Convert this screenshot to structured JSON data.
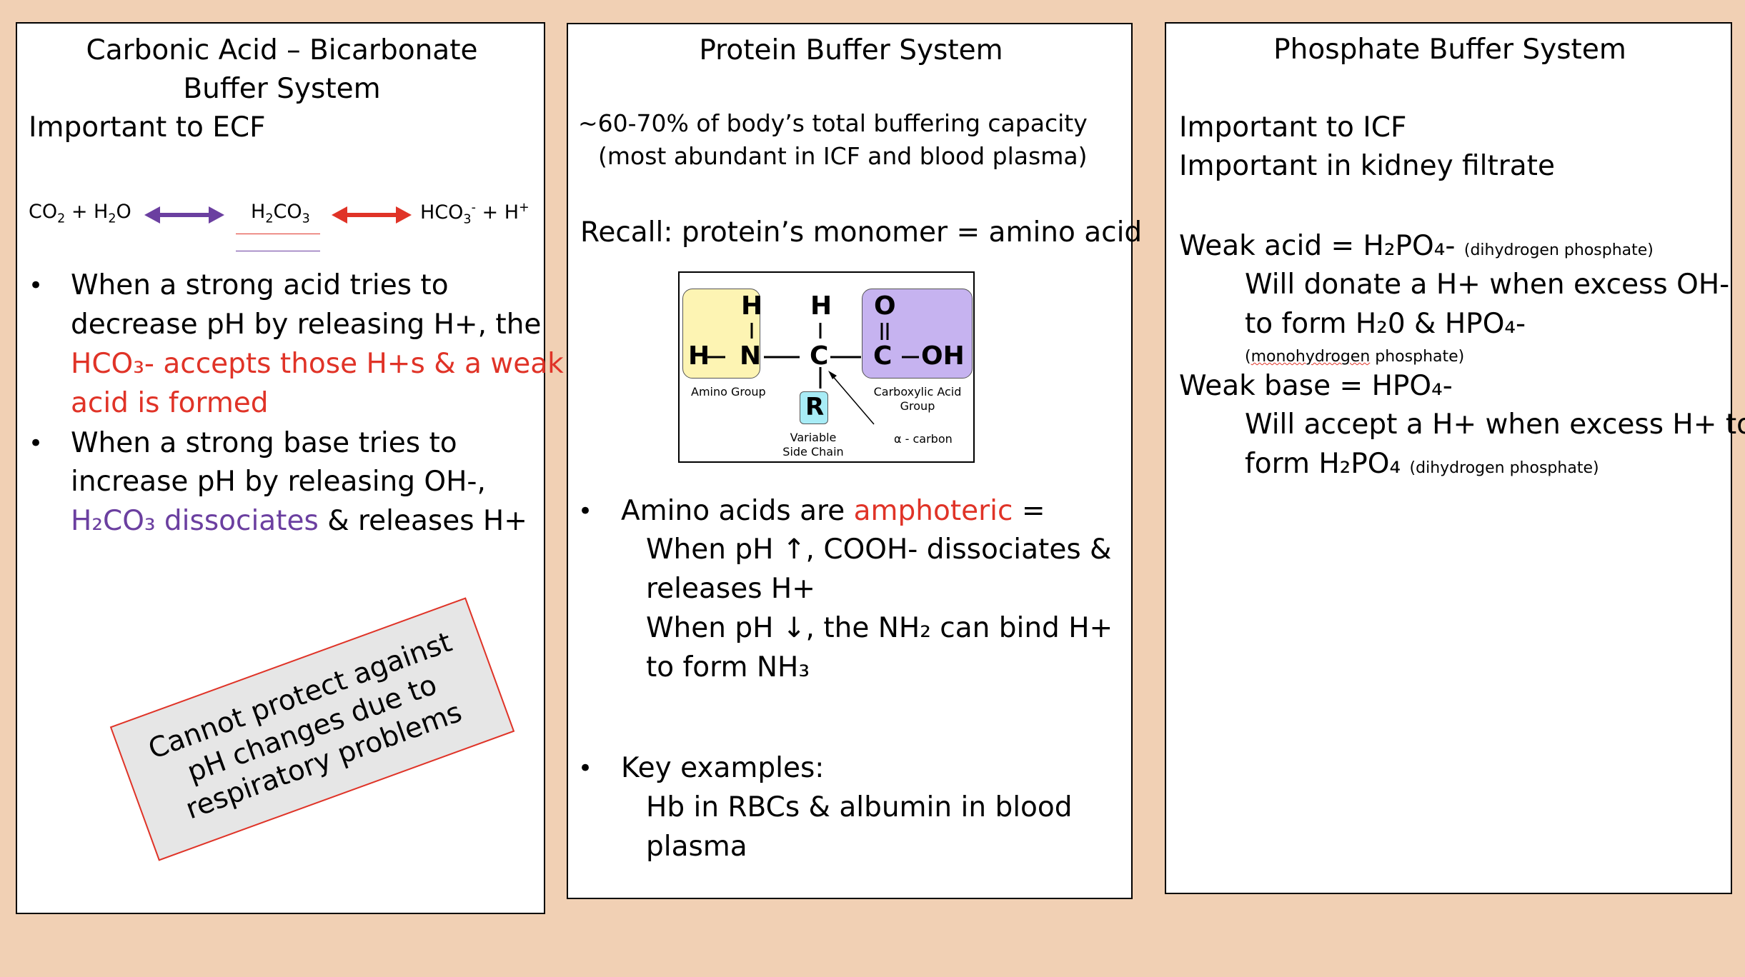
{
  "panel1": {
    "title1": "Carbonic Acid – Bicarbonate",
    "title2": "Buffer System",
    "important": "Important to  ECF",
    "eq": {
      "co2_pre": "CO",
      "co2_sub": "2",
      "plus_h": " + H",
      "h2o_sub": "2",
      "o": "O",
      "h2co3_h": "H",
      "h2co3_sub1": "2",
      "h2co3_co": "CO",
      "h2co3_sub2": "3",
      "hco3_pre": "HCO",
      "hco3_sub": "3",
      "hco3_sup": "-",
      "plus_hplus": " + H",
      "hplus_sup": "+"
    },
    "b1_l1": "When a strong acid tries to",
    "b1_l2": "decrease pH by releasing H+, the",
    "b1_l3": "HCO₃- accepts those H+s & a weak",
    "b1_l4": "acid is formed",
    "b2_l1": "When a strong base tries to",
    "b2_l2": "increase pH by releasing OH-,",
    "b2_l3a": "H₂CO₃ dissociates",
    "b2_l3b": " & releases H+",
    "warning_l1": "Cannot protect against",
    "warning_l2": "pH changes due to",
    "warning_l3": "respiratory problems",
    "bullet": "•",
    "colors": {
      "red": "#e03327",
      "purple": "#6b3fa0"
    }
  },
  "panel2": {
    "title": "Protein Buffer System",
    "cap_l1": "~60-70% of body’s total buffering capacity",
    "cap_l2": "(most abundant in ICF and blood plasma)",
    "recall": "Recall: protein’s monomer = amino acid",
    "diagram": {
      "H": "H",
      "N": "N",
      "C": "C",
      "O": "O",
      "OH": "OH",
      "R": "R",
      "amino_group": "Amino Group",
      "carboxylic_l1": "Carboxylic Acid",
      "carboxylic_l2": "Group",
      "variable_l1": "Variable",
      "variable_l2": "Side Chain",
      "alpha_carbon": "α - carbon",
      "colors": {
        "amino": "#fdf4b3",
        "carboxyl": "#c6b3f0",
        "r": "#a8ecf6"
      }
    },
    "amph_pre": "Amino acids are ",
    "amph_word": "amphoteric",
    "amph_post": " =",
    "ph_up_l1": "When pH ↑, COOH- dissociates &",
    "ph_up_l2": "releases H+",
    "ph_down_l1": "When pH ↓, the NH₂ can bind H+",
    "ph_down_l2": "to form NH₃",
    "key": "Key examples:",
    "ex_l1": "Hb in RBCs & albumin in blood",
    "ex_l2": "plasma",
    "bullet": "•"
  },
  "panel3": {
    "title": "Phosphate Buffer System",
    "icf": "Important to ICF",
    "kidney": "Important in kidney filtrate",
    "weak_acid": "Weak acid = H₂PO₄-",
    "dihydrogen": "(dihydrogen phosphate)",
    "donate_l1": "Will donate a H+ when excess OH-",
    "donate_l2": "to form H₂0 & HPO₄-",
    "monohydrogen_a": "(",
    "monohydrogen_b": "monohydrogen",
    "monohydrogen_c": " phosphate)",
    "weak_base": "Weak base = HPO₄-",
    "accept_l1": "Will accept a H+ when excess H+ to",
    "accept_l2": "form H₂PO₄",
    "dihydrogen2": "(dihydrogen phosphate)"
  }
}
